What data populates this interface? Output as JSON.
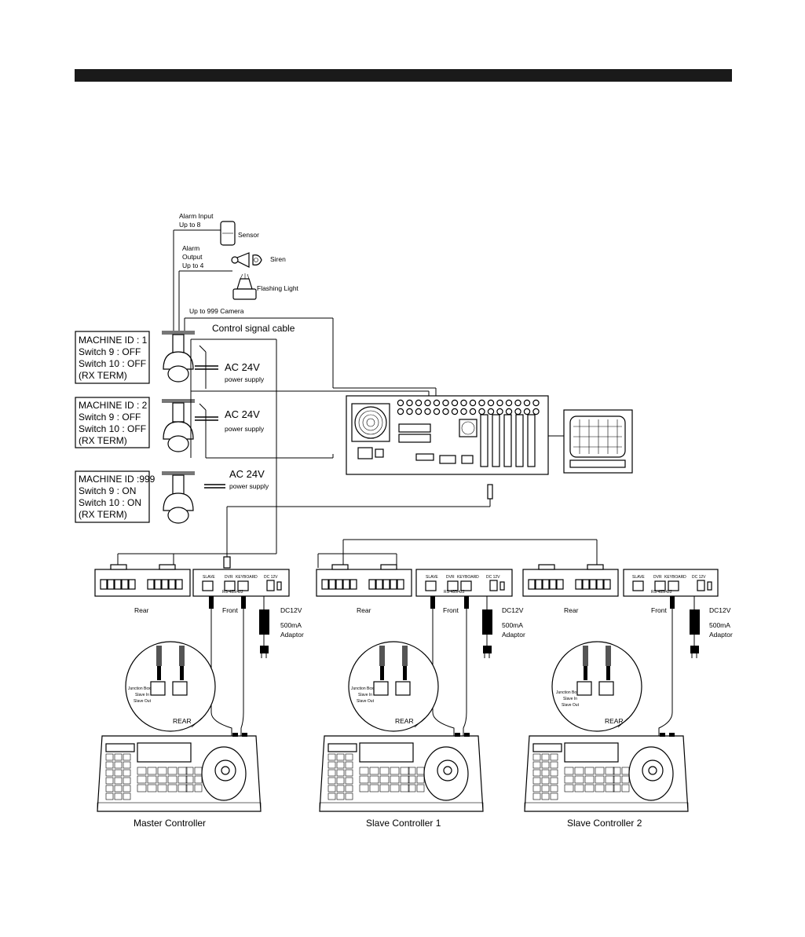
{
  "header_bar": {
    "color": "#1a1a1a"
  },
  "alarm": {
    "input_line1": "Alarm Input",
    "input_line2": "Up to 8",
    "sensor": "Sensor",
    "output_line1": "Alarm",
    "output_line2": "Output",
    "output_line3": "Up to 4",
    "siren": "Siren",
    "flashing_light": "Flashing Light"
  },
  "cameras": {
    "up_to": "Up to 999 Camera",
    "control_cable": "Control signal cable",
    "units": [
      {
        "machine_id": "MACHINE ID : 1",
        "switch9": "Switch 9 : OFF",
        "switch10": "Switch 10 : OFF",
        "term": "(RX TERM)",
        "power": "AC 24V",
        "power_sub": "power supply"
      },
      {
        "machine_id": "MACHINE ID : 2",
        "switch9": "Switch 9 : OFF",
        "switch10": "Switch 10 : OFF",
        "term": "(RX TERM)",
        "power": "AC 24V",
        "power_sub": "power supply"
      },
      {
        "machine_id": "MACHINE ID :999",
        "switch9": "Switch 9 : ON",
        "switch10": "Switch 10 : ON",
        "term": "(RX TERM)",
        "power": "AC 24V",
        "power_sub": "power supply"
      }
    ]
  },
  "junction_boxes": [
    {
      "rear": "Rear",
      "front": "Front",
      "dc": "DC12V",
      "adaptor1": "500mA",
      "adaptor2": "Adaptor",
      "port_slave": "SLAVE",
      "port_dvr": "DVR",
      "port_keyboard": "KEYBOARD",
      "port_rs": "RS-485/422",
      "port_dc": "DC 12V"
    },
    {
      "rear": "Rear",
      "front": "Front",
      "dc": "DC12V",
      "adaptor1": "500mA",
      "adaptor2": "Adaptor",
      "port_slave": "SLAVE",
      "port_dvr": "DVR",
      "port_keyboard": "KEYBOARD",
      "port_rs": "RS-485/422",
      "port_dc": "DC 12V"
    },
    {
      "rear": "Rear",
      "front": "Front",
      "dc": "DC12V",
      "adaptor1": "500mA",
      "adaptor2": "Adaptor",
      "port_slave": "SLAVE",
      "port_dvr": "DVR",
      "port_keyboard": "KEYBOARD",
      "port_rs": "RS-485/422",
      "port_dc": "DC 12V"
    }
  ],
  "detail": {
    "jbox": "Junction Box",
    "slave_in": "Slave In",
    "slave_out": "Slave Out",
    "rear": "REAR"
  },
  "controllers": [
    {
      "label": "Master Controller"
    },
    {
      "label": "Slave Controller 1"
    },
    {
      "label": "Slave Controller 2"
    }
  ]
}
